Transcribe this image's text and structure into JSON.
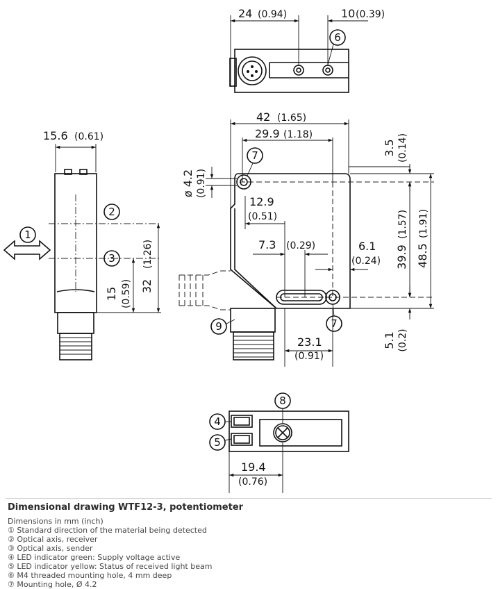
{
  "drawing": {
    "top_view": {
      "dim_width": "24",
      "dim_width_inch": "(0.94)",
      "dim_offset": "10",
      "dim_offset_inch": "(0.39)",
      "callout": "6"
    },
    "side_view": {
      "dim_width": "15.6",
      "dim_width_inch": "(0.61)",
      "dim_receiver": "32",
      "dim_receiver_inch": "(1.26)",
      "dim_sender": "15",
      "dim_sender_inch": "(0.59)",
      "callout_receiver": "2",
      "callout_sender": "3",
      "callout_direction": "1"
    },
    "front_view": {
      "dim_total_width": "42",
      "dim_total_width_inch": "(1.65)",
      "dim_hole_span": "29.9",
      "dim_hole_span_inch": "(1.18)",
      "dim_hole_dia": "ø 4.2",
      "dim_hole_dia_inch": "(0.91)",
      "dim_12_9": "12.9",
      "dim_12_9_inch": "(0.51)",
      "dim_7_3": "7.3",
      "dim_7_3_inch": "(0.29)",
      "dim_6_1": "6.1",
      "dim_6_1_inch": "(0.24)",
      "dim_3_5": "3.5",
      "dim_3_5_inch": "(0.14)",
      "dim_39_9": "39.9",
      "dim_39_9_inch": "(1.57)",
      "dim_48_5": "48.5",
      "dim_48_5_inch": "(1.91)",
      "dim_23_1": "23.1",
      "dim_23_1_inch": "(0.91)",
      "dim_5_1": "5.1",
      "dim_5_1_inch": "(0.2)",
      "callout_hole_top": "7",
      "callout_hole_bottom": "7",
      "callout_connector": "9"
    },
    "bottom_view": {
      "dim_19_4": "19.4",
      "dim_19_4_inch": "(0.76)",
      "callout_pot": "8",
      "callout_led_green": "4",
      "callout_led_yellow": "5"
    }
  },
  "caption": {
    "title": "Dimensional drawing WTF12-3, potentiometer",
    "subtitle": "Dimensions in mm (inch)",
    "items": [
      "① Standard direction of the material being detected",
      "② Optical axis, receiver",
      "③ Optical axis, sender",
      "④ LED indicator green: Supply voltage active",
      "⑤ LED indicator yellow: Status of received light beam",
      "⑥ M4 threaded mounting hole, 4 mm deep",
      "⑦ Mounting hole, Ø 4.2"
    ]
  }
}
